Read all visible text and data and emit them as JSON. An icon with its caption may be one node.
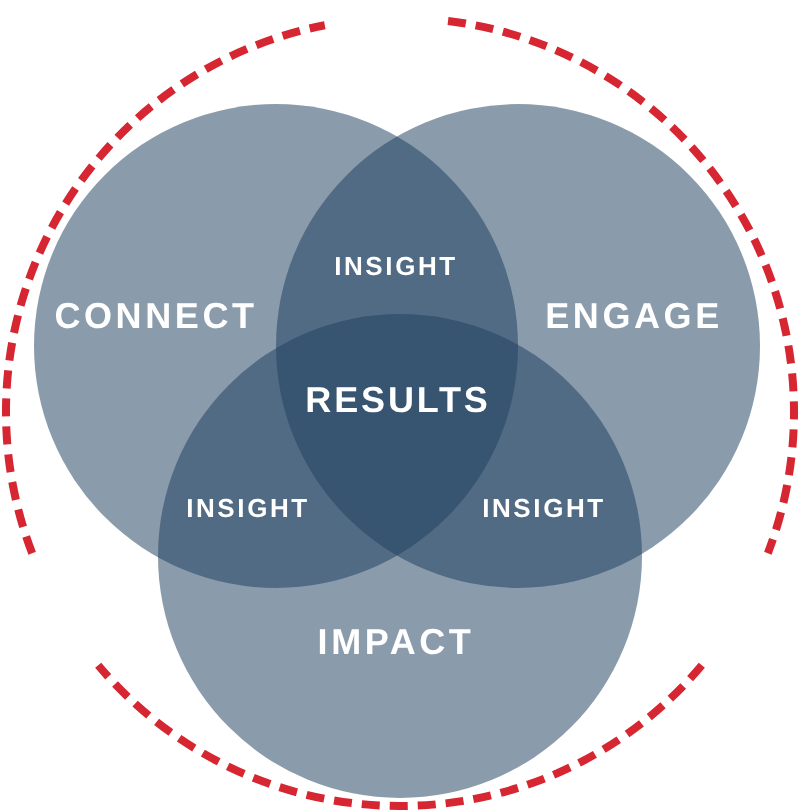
{
  "diagram": {
    "nodes": [
      {
        "text": [
          "CONNECT"
        ]
      },
      {
        "text": [
          "ENGAGE"
        ]
      },
      {
        "text": [
          "IMPACT"
        ]
      }
    ],
    "labels": [
      "INSIGHT",
      "RESULTS",
      "INSIGHT",
      "INSIGHT"
    ]
  }
}
